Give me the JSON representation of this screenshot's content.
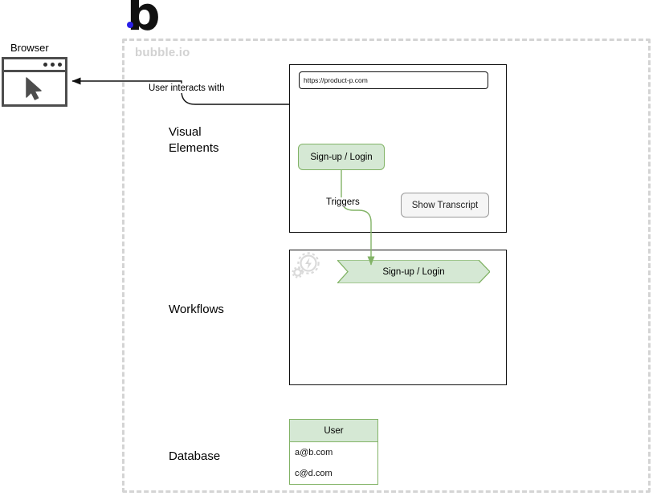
{
  "platform": {
    "name": "bubble.io",
    "logo_letter": "b",
    "accent_color": "#2a20e8",
    "boundary_color": "#d4d4d4"
  },
  "browser": {
    "label": "Browser",
    "cursor_icon": "cursor-arrow-icon",
    "dots": 3
  },
  "sections": {
    "visual_elements": "Visual\nElements",
    "workflows": "Workflows",
    "database": "Database"
  },
  "visual_panel": {
    "url_value": "https://product-p.com",
    "url_placeholder": "https://product-p.com",
    "signup_button": "Sign-up / Login",
    "transcript_button": "Show Transcript",
    "green_fill": "#d5e8d4",
    "green_stroke": "#82b366"
  },
  "workflow_panel": {
    "action_label": "Sign-up / Login",
    "icon": "gear-bolt-icon"
  },
  "database_panel": {
    "columns": [
      "User"
    ],
    "rows": [
      [
        "a@b.com"
      ],
      [
        "c@d.com"
      ]
    ]
  },
  "edges": {
    "user_interacts": "User interacts with",
    "triggers": "Triggers"
  }
}
